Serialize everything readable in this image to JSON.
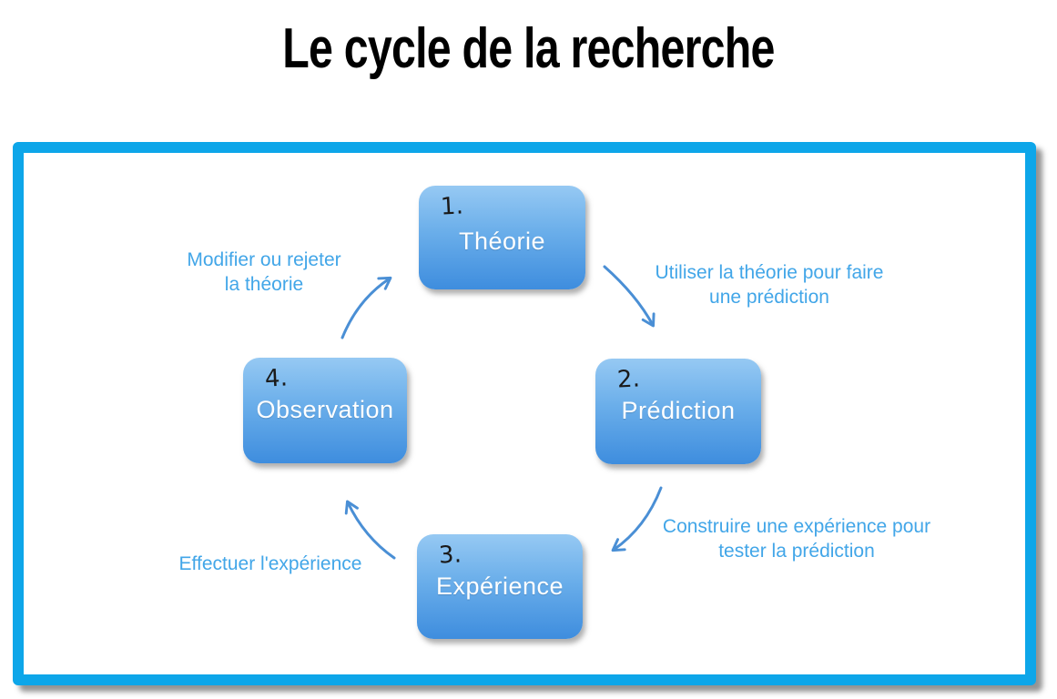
{
  "title": "Le cycle de la recherche",
  "cycle": {
    "nodes": [
      {
        "number": "1.",
        "label": "Théorie"
      },
      {
        "number": "2.",
        "label": "Prédiction"
      },
      {
        "number": "3.",
        "label": "Expérience"
      },
      {
        "number": "4.",
        "label": "Observation"
      }
    ],
    "captions": {
      "theory_to_prediction": "Utiliser la théorie pour faire\nune prédiction",
      "prediction_to_experiment": "Construire une expérience pour\ntester la prédiction",
      "experiment_to_observation": "Effectuer l'expérience",
      "observation_to_theory": "Modifier ou rejeter\nla théorie"
    }
  },
  "colors": {
    "frame_border": "#0da6e9",
    "node_gradient_top": "#96c9f3",
    "node_gradient_bottom": "#3e8dde",
    "node_label_text": "#ffffff",
    "node_number_text": "#1a1a1a",
    "caption_text": "#42a6e8",
    "arrow_stroke": "#4a8fd5",
    "title_text": "#000000"
  }
}
